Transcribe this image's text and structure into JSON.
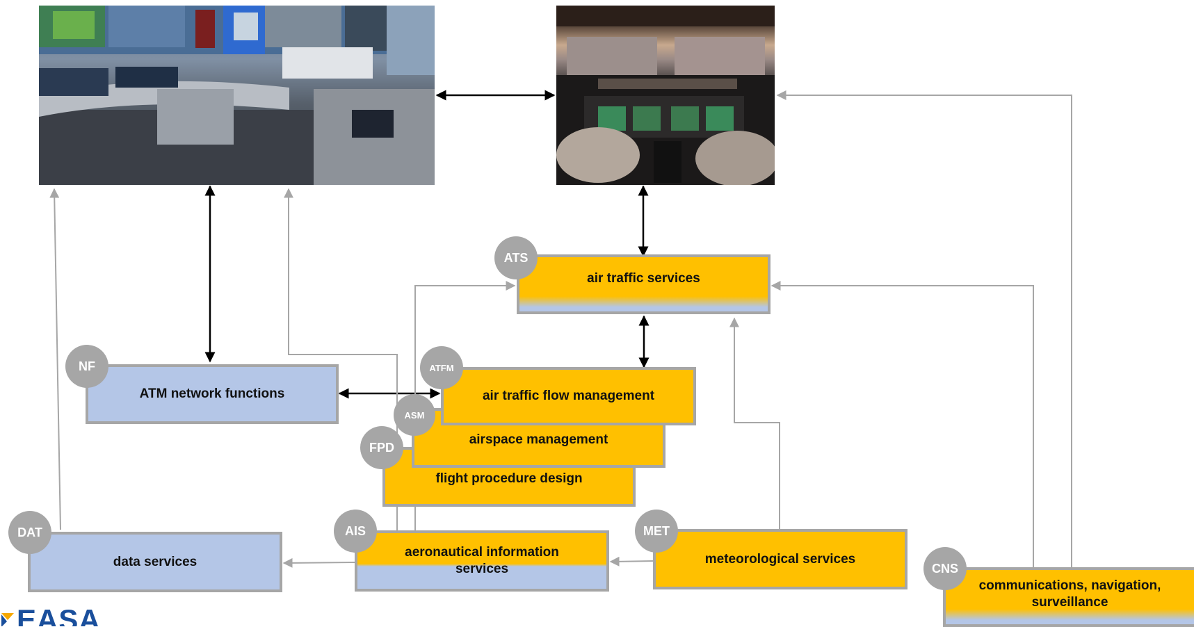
{
  "boxes": {
    "ats": {
      "label": "air traffic services",
      "badge": "ATS"
    },
    "atfm": {
      "label": "air traffic flow management",
      "badge": "ATFM"
    },
    "asm": {
      "label": "airspace management",
      "badge": "ASM"
    },
    "fpd": {
      "label": "flight procedure design",
      "badge": "FPD"
    },
    "nf": {
      "label": "ATM network functions",
      "badge": "NF"
    },
    "dat": {
      "label": "data services",
      "badge": "DAT"
    },
    "ais": {
      "label": "aeronautical information services",
      "badge": "AIS"
    },
    "met": {
      "label": "meteorological services",
      "badge": "MET"
    },
    "cns": {
      "label": "communications, navigation, surveillance",
      "badge": "CNS"
    }
  },
  "logo": {
    "text": "EASA"
  },
  "colors": {
    "service_orange": "#ffc000",
    "service_blue": "#b4c6e7",
    "border_grey": "#a6a6a6",
    "arrow_black": "#000000",
    "arrow_grey": "#a6a6a6"
  },
  "photos": {
    "left": "network operations centre",
    "right": "aircraft cockpit"
  }
}
